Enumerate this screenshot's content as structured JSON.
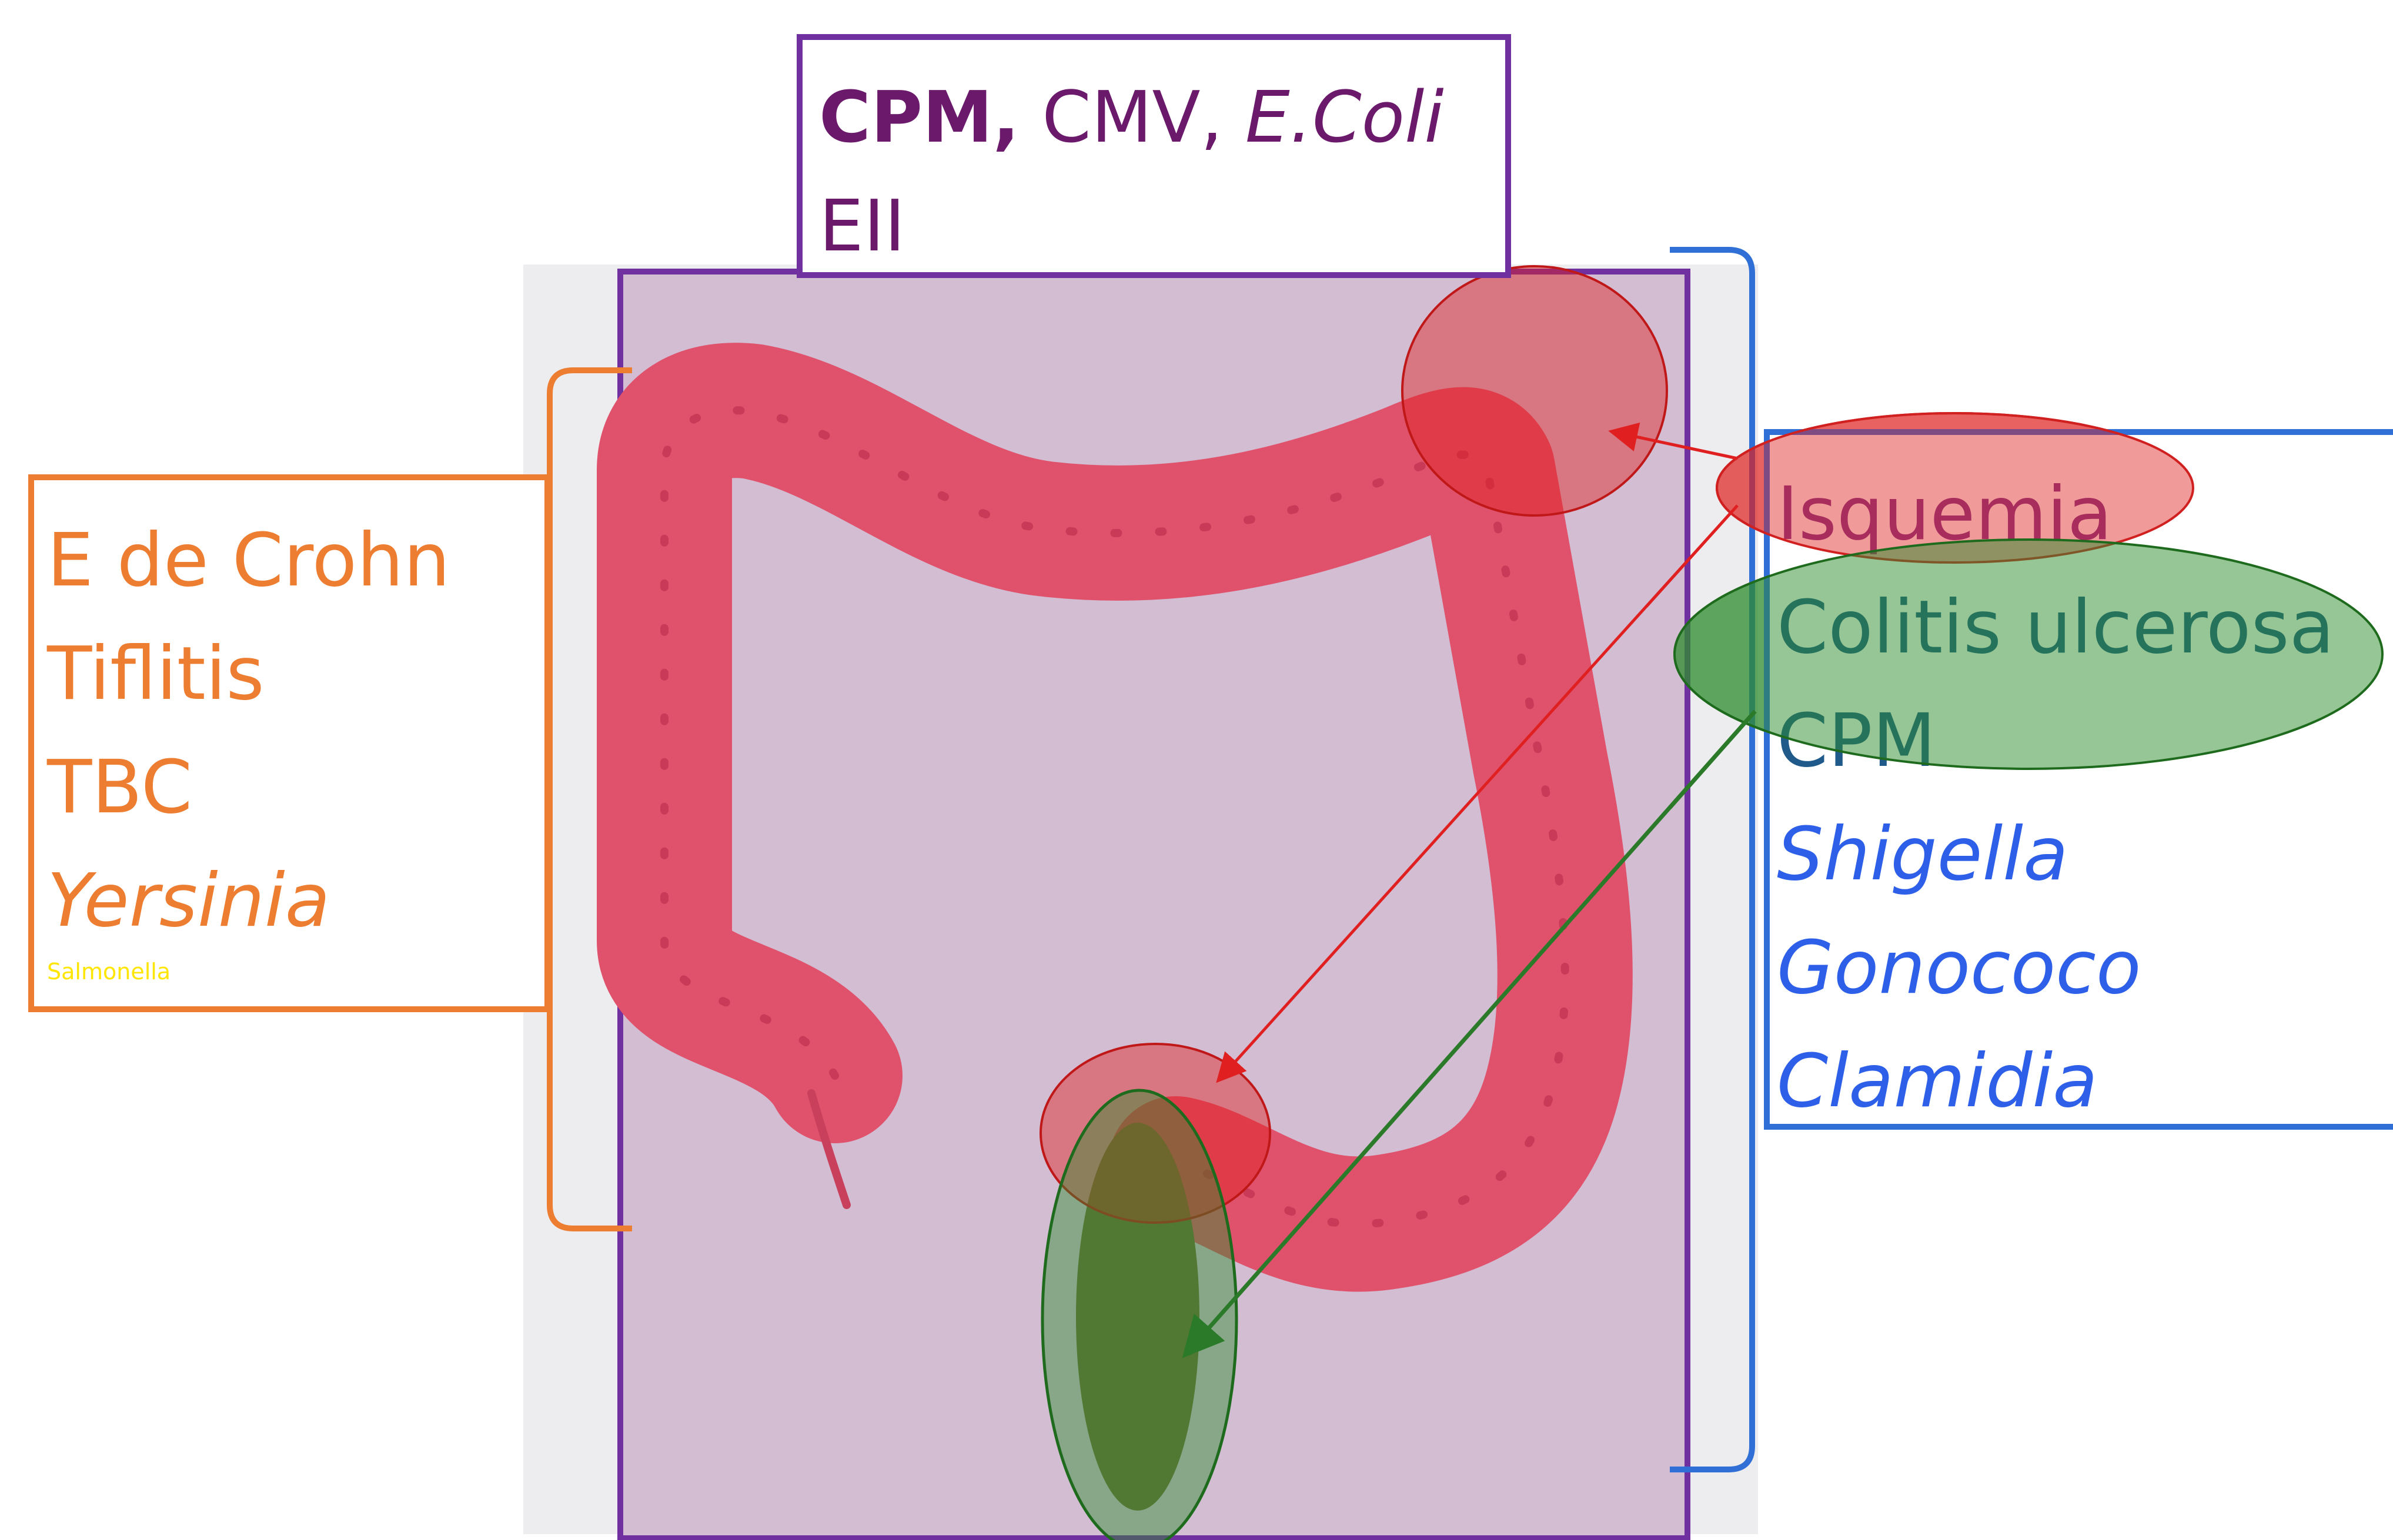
{
  "top_box": {
    "line1_bold": "CPM,",
    "line1_plain": " CMV, ",
    "line1_italic": "E.Coli",
    "line2": "EII"
  },
  "left_box": {
    "items": [
      "E de Crohn",
      "Tiflitis",
      "TBC",
      "Yersinia"
    ],
    "small": "Salmonella"
  },
  "right_box": {
    "items": [
      "Isquemia",
      "Colitis ulcerosa",
      "CPM",
      "Shigella",
      "Gonococo",
      "Clamidia"
    ]
  },
  "colors": {
    "purple": "#7030A0",
    "orange": "#ED7D31",
    "blue": "#2F6FD6",
    "red_highlight": "#E02020",
    "green_highlight": "#2E8B2E",
    "colon": "#E0526C",
    "background_tint": "#D2BDD2"
  },
  "icons": [
    "colon-anatomy-illustration",
    "red-arrow-icon",
    "green-arrow-icon"
  ]
}
